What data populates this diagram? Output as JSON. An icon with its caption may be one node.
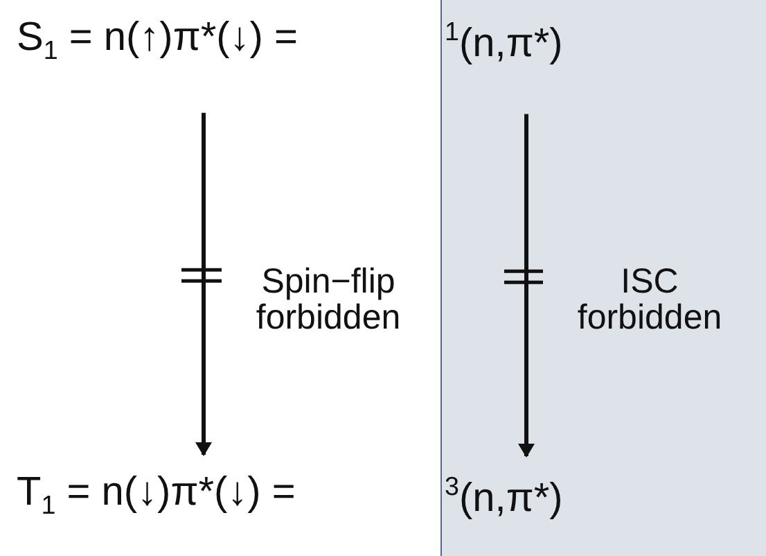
{
  "diagram": {
    "nodes": [
      {
        "text": [
          "S$_{1}$ = n(↑)π*(↓) ="
        ]
      },
      {
        "text": [],
        "shape": "box"
      },
      {
        "text": [
          "$^{1}$(n,π*)"
        ],
        "in": 1
      },
      {
        "text": [
          "T$_{1}$ = n(↓)π*(↓) ="
        ]
      },
      {
        "text": [
          "$^{3}$(n,π*)"
        ],
        "in": 1
      }
    ],
    "edges": [
      {
        "from": 0,
        "to": 3,
        "arrow": "to",
        "label": "Spin−flip forbidden"
      },
      {
        "from": 2,
        "to": 4,
        "arrow": "to",
        "label": "ISC forbidden"
      }
    ]
  }
}
